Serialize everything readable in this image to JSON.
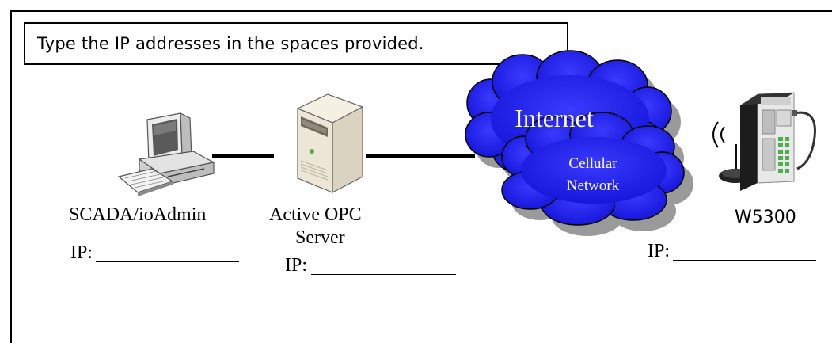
{
  "instruction": "Type the IP addresses in the spaces provided.",
  "nodes": {
    "scada": {
      "label": "SCADA/ioAdmin",
      "ip_label": "IP:"
    },
    "opc": {
      "label_line1": "Active OPC",
      "label_line2": "Server",
      "ip_label": "IP:"
    },
    "w5300": {
      "label": "W5300",
      "ip_label": "IP:"
    }
  },
  "clouds": {
    "internet": "Internet",
    "cellular_line1": "Cellular",
    "cellular_line2": "Network"
  },
  "colors": {
    "cloud_fill": "#1a1aee",
    "cloud_shadow": "#9a9a9a",
    "cloud_text": "#ffffff",
    "link": "#000000"
  },
  "icons": [
    "desktop-computer-icon",
    "server-tower-icon",
    "wireless-signal-icon",
    "antenna-icon",
    "io-device-icon"
  ]
}
